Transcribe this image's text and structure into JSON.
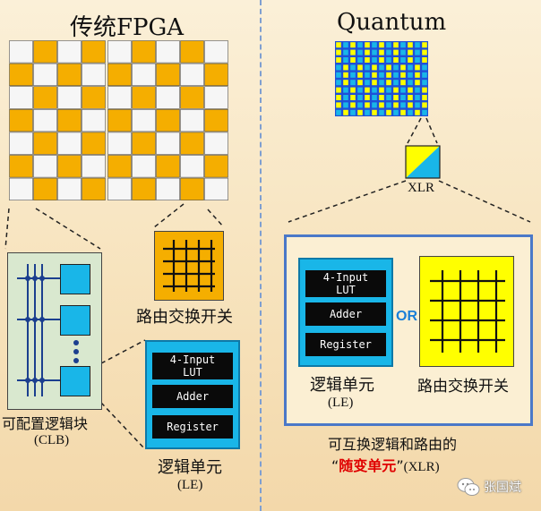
{
  "left": {
    "title": "传统FPGA",
    "switch_label": "路由交换开关",
    "clb_label": "可配置逻辑块",
    "clb_abbr": "(CLB)",
    "le": {
      "cells": [
        "4-Input\nLUT",
        "Adder",
        "Register"
      ],
      "label": "逻辑单元",
      "abbr": "(LE)"
    }
  },
  "right": {
    "title": "Quantum",
    "xlr_label": "XLR",
    "le": {
      "cells": [
        "4-Input\nLUT",
        "Adder",
        "Register"
      ],
      "label": "逻辑单元",
      "abbr": "(LE)"
    },
    "or_label": "OR",
    "switch_label": "路由交换开关",
    "caption_line1": "可互换逻辑和路由的",
    "caption_quote_open": "“",
    "caption_highlight": "随变单元",
    "caption_quote_close": "”",
    "caption_abbr": "(XLR)"
  },
  "watermark": "张国斌",
  "colors": {
    "orange": "#f5ae00",
    "white_cell": "#f6f6f6",
    "cyan": "#19b6e8",
    "yellow": "#ffff00",
    "blue_grid": "#1f4fd8",
    "red": "#e00000",
    "panel_border": "#4a78c8"
  }
}
